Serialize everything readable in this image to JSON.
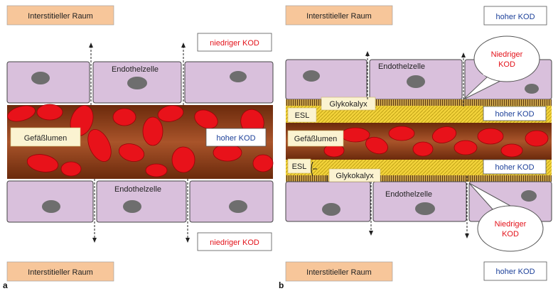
{
  "panel_a": {
    "letter": "a",
    "interstitial_top": "Interstitieller Raum",
    "interstitial_bottom": "Interstitieller Raum",
    "endothel_top": "Endothelzelle",
    "endothel_bottom": "Endothelzelle",
    "lumen": "Gefäßlumen",
    "kod_low_top": "niedriger KOD",
    "kod_low_bottom": "niedriger KOD",
    "kod_high": "hoher KOD"
  },
  "panel_b": {
    "letter": "b",
    "interstitial_top": "Interstitieller Raum",
    "interstitial_bottom": "Interstitieller Raum",
    "kod_high_top": "hoher KOD",
    "kod_high_bottom": "hoher KOD",
    "bubble_top": [
      "Niedriger",
      "KOD"
    ],
    "bubble_bottom": [
      "Niedriger",
      "KOD"
    ],
    "glyko_top": "Glykokalyx",
    "glyko_bottom": "Glykokalyx",
    "esl_top": "ESL",
    "esl_bottom": "ESL",
    "kod_high_esl_top": "hoher KOD",
    "kod_high_esl_bottom": "hoher KOD",
    "lumen": "Gefäßlumen",
    "endothel_top": "Endothelzelle",
    "endothel_bottom": "Endothelzelle"
  },
  "colors": {
    "interstitial_fill": "#f7c69a",
    "cell_fill": "#d9c0dc",
    "nucleus": "#6e6e6e",
    "vessel": "#8a3b16",
    "rbc": "#e8121a",
    "esl": "#f2d23a",
    "kod_low_text": "#e3121a",
    "kod_high_text": "#1b3f99"
  }
}
